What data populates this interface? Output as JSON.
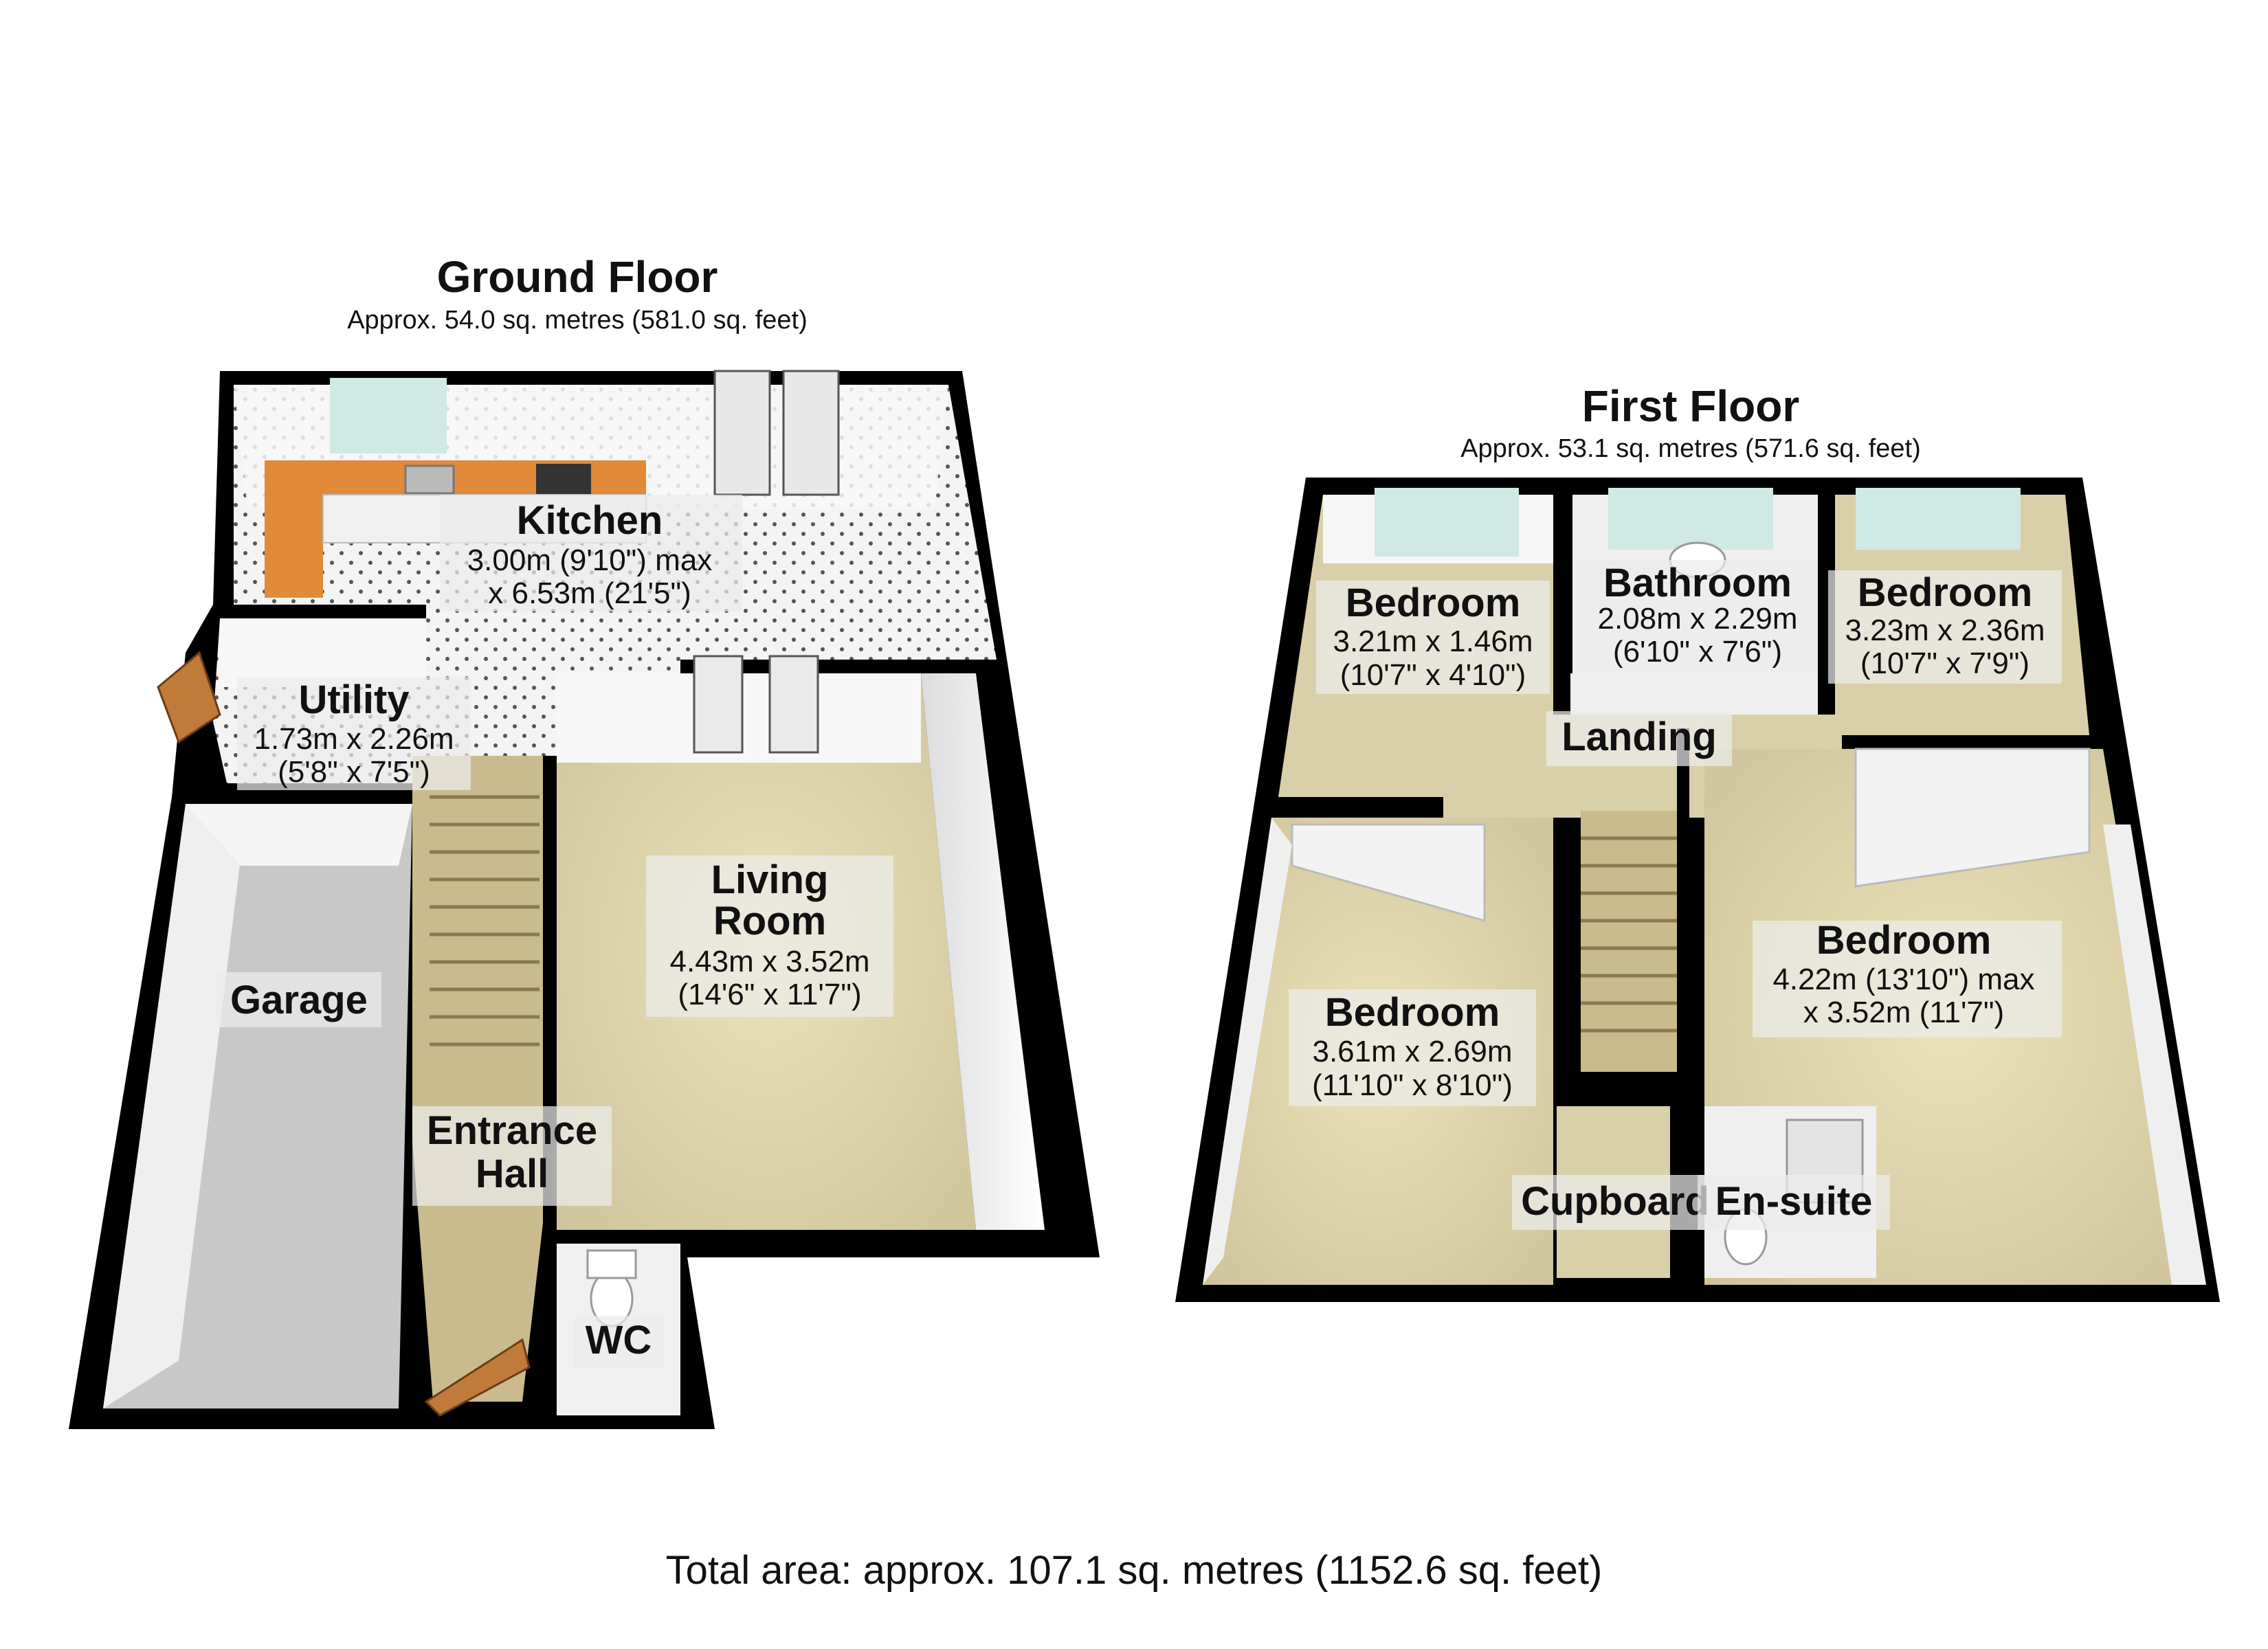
{
  "colors": {
    "wall": "#000000",
    "carpet": "#d9cfa9",
    "tile": "#f2f2f2",
    "worktop": "#e08a3a",
    "garage_floor": "#c8c8c8",
    "stairs": "#c9bb8e",
    "window": "#cfe9e4"
  },
  "ground_floor": {
    "title": "Ground Floor",
    "area": "Approx. 54.0 sq. metres (581.0 sq. feet)",
    "rooms": {
      "kitchen": {
        "name": "Kitchen",
        "dim1": "3.00m (9'10\") max",
        "dim2": "x 6.53m (21'5\")"
      },
      "utility": {
        "name": "Utility",
        "dim1": "1.73m x 2.26m",
        "dim2": "(5'8\" x 7'5\")"
      },
      "living": {
        "name1": "Living",
        "name2": "Room",
        "dim1": "4.43m x 3.52m",
        "dim2": "(14'6\" x 11'7\")"
      },
      "garage": {
        "name": "Garage"
      },
      "entrance": {
        "name1": "Entrance",
        "name2": "Hall"
      },
      "wc": {
        "name": "WC"
      }
    }
  },
  "first_floor": {
    "title": "First Floor",
    "area": "Approx. 53.1 sq. metres (571.6 sq. feet)",
    "rooms": {
      "bedroom_tl": {
        "name": "Bedroom",
        "dim1": "3.21m x 1.46m",
        "dim2": "(10'7\" x 4'10\")"
      },
      "bathroom": {
        "name": "Bathroom",
        "dim1": "2.08m x 2.29m",
        "dim2": "(6'10\" x 7'6\")"
      },
      "bedroom_tr": {
        "name": "Bedroom",
        "dim1": "3.23m x 2.36m",
        "dim2": "(10'7\" x 7'9\")"
      },
      "landing": {
        "name": "Landing"
      },
      "bedroom_bl": {
        "name": "Bedroom",
        "dim1": "3.61m x 2.69m",
        "dim2": "(11'10\" x 8'10\")"
      },
      "bedroom_br": {
        "name": "Bedroom",
        "dim1": "4.22m (13'10\") max",
        "dim2": "x 3.52m (11'7\")"
      },
      "cupboard": {
        "name": "Cupboard"
      },
      "ensuite": {
        "name": "En-suite"
      }
    }
  },
  "total_area": "Total area: approx. 107.1 sq. metres (1152.6 sq. feet)"
}
